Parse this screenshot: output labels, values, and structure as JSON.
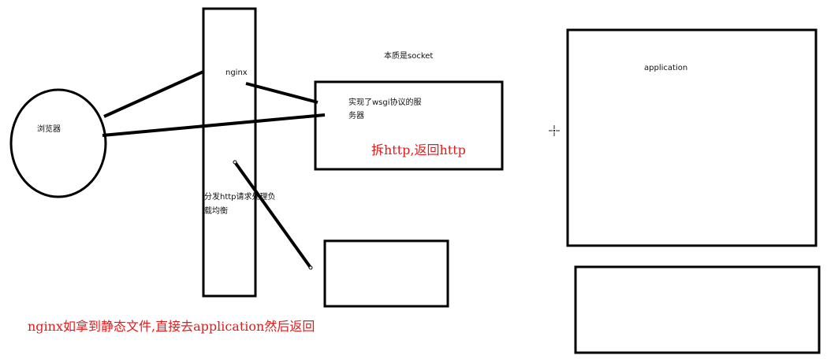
{
  "colors": {
    "stroke": "#000000",
    "annotation": "#e31a1a",
    "background": "#ffffff"
  },
  "labels": {
    "browser": "浏览器",
    "nginx": "nginx",
    "socket_note": "本质是socket",
    "wsgi_server_line1": "实现了wsgi协议的服",
    "wsgi_server_line2": "务器",
    "dispatch_line1": "分发http请求处理负",
    "dispatch_line2": "载均衡",
    "application": "application"
  },
  "annotations": {
    "wsgi_note": "拆http,返回http",
    "static_note": "nginx如拿到静态文件,直接去application然后返回"
  }
}
